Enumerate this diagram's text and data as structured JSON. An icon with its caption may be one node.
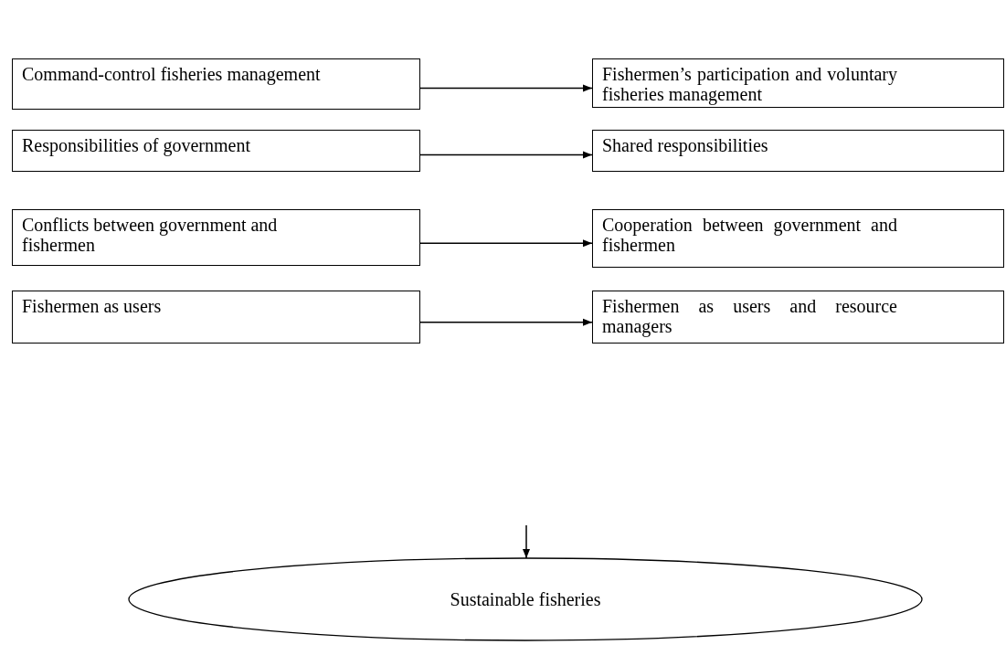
{
  "diagram": {
    "nodes": [
      {
        "text": [
          "Command-control fisheries management"
        ]
      },
      {
        "text": [
          "Fishermen’s participation and voluntary fisheries management"
        ]
      },
      {
        "text": [
          "Responsibilities of government"
        ]
      },
      {
        "text": [
          "Shared responsibilities"
        ]
      },
      {
        "text": [
          "Conflicts between government and fishermen"
        ]
      },
      {
        "text": [
          "Cooperation between government and fishermen"
        ]
      },
      {
        "text": [
          "Fishermen as users"
        ]
      },
      {
        "text": [
          "Fishermen as users and resource managers"
        ]
      },
      {
        "text": [
          "Sustainable fisheries"
        ]
      }
    ],
    "edges": [
      {
        "from": 0,
        "to": 1,
        "arrow": "to"
      },
      {
        "from": 2,
        "to": 3,
        "arrow": "to"
      },
      {
        "from": 4,
        "to": 5,
        "arrow": "to"
      },
      {
        "from": 6,
        "to": 7,
        "arrow": "to"
      },
      {
        "from": null,
        "to": 8,
        "arrow": "to"
      }
    ]
  }
}
